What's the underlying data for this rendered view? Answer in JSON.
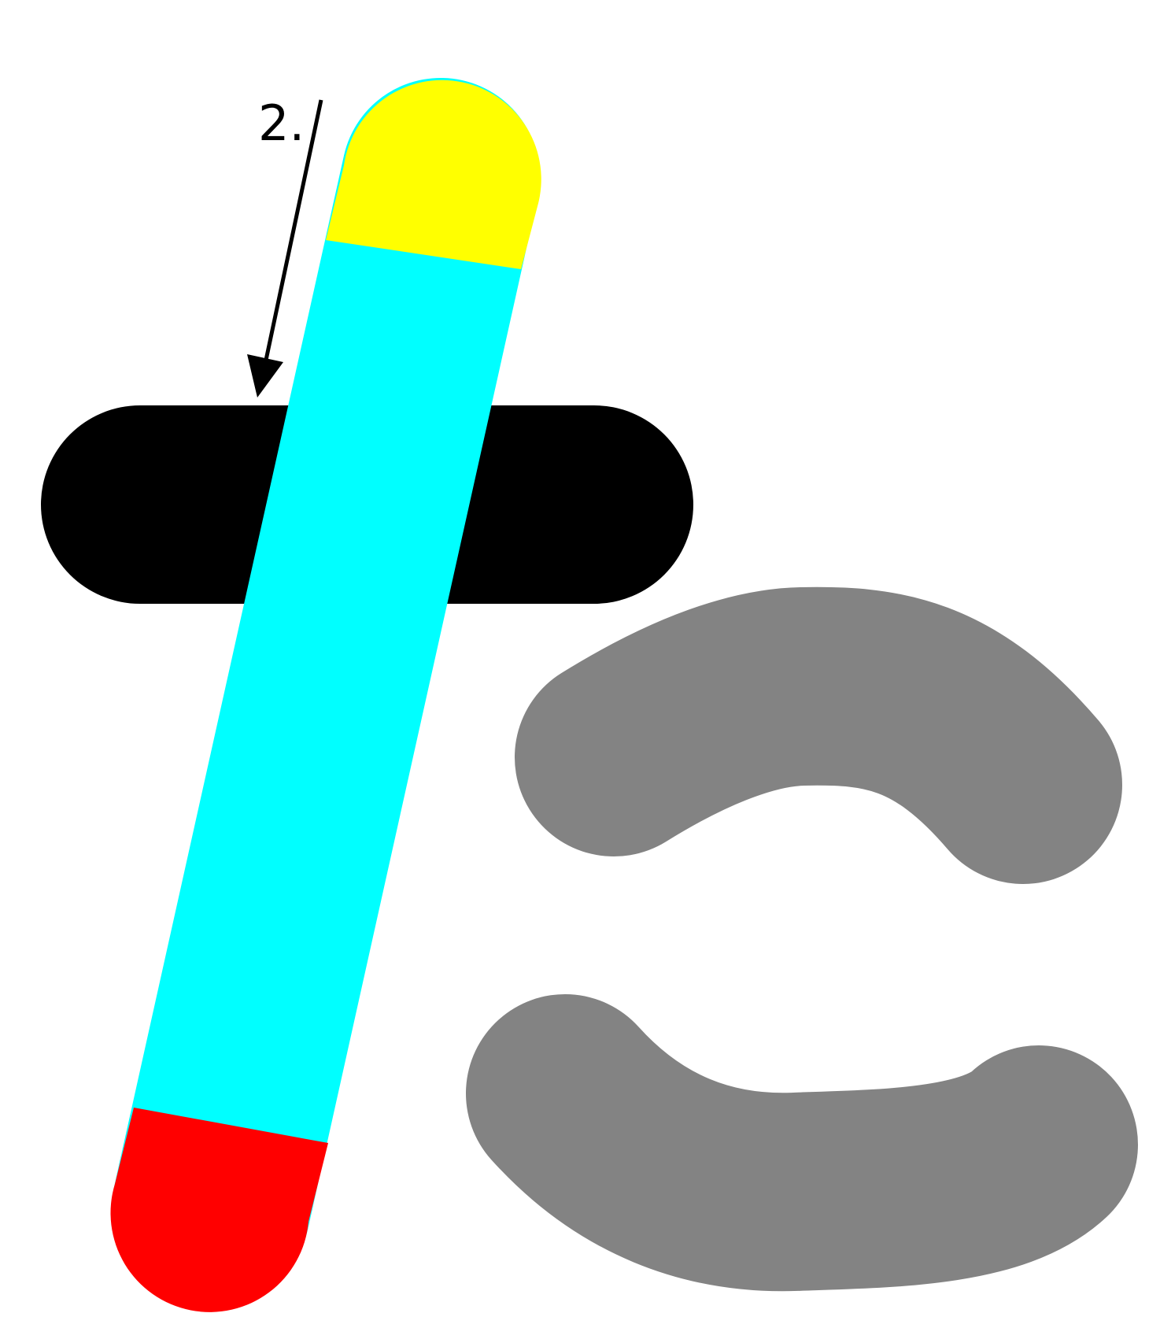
{
  "diagram": {
    "step_label": "2.",
    "colors": {
      "background": "#ffffff",
      "completed_stroke": "#000000",
      "active_stroke_start": "#ffff00",
      "active_stroke_body": "#00ffff",
      "active_stroke_end": "#ff0000",
      "pending_stroke": "#838383",
      "arrow": "#000000"
    },
    "strokes": [
      {
        "role": "completed",
        "shape": "horizontal bar",
        "color": "completed_stroke"
      },
      {
        "role": "current",
        "shape": "slanted vertical stroke",
        "segments": [
          "start",
          "body",
          "end"
        ]
      },
      {
        "role": "pending",
        "shape": "arched curve",
        "color": "pending_stroke"
      },
      {
        "role": "pending",
        "shape": "smile curve",
        "color": "pending_stroke"
      }
    ],
    "arrow_icon": "arrow-down-icon"
  }
}
